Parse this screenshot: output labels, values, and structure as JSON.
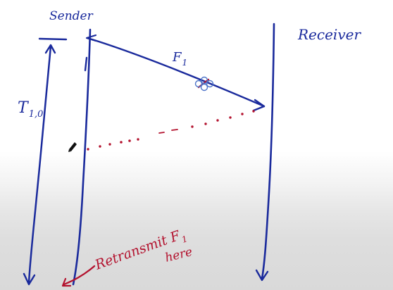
{
  "diagram": {
    "sender_label": "Sender",
    "receiver_label": "Receiver",
    "frame_label": "F",
    "frame_subscript": "1",
    "timeout_label": "T",
    "timeout_subscript": "1,0",
    "annotation_line1": "Retransmit F",
    "annotation_line1_subscript": "1",
    "annotation_line2": "here",
    "colors": {
      "blue_ink": "#1a2a9c",
      "red_ink": "#b3122e"
    }
  }
}
